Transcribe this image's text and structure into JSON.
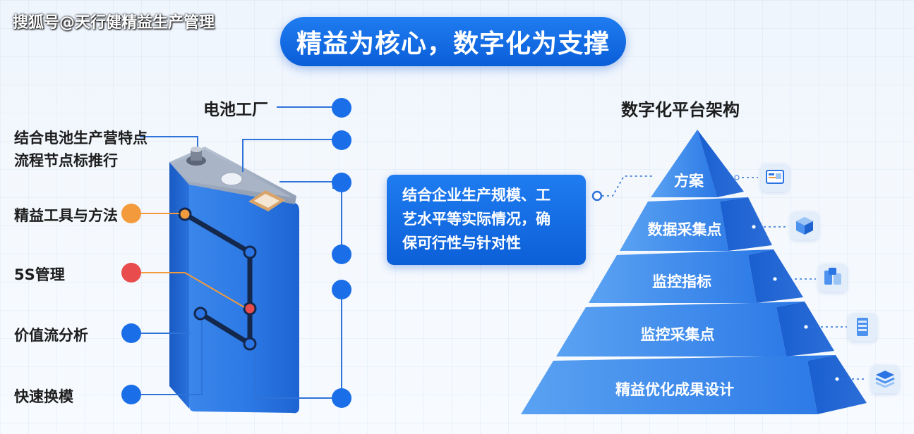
{
  "watermark": "搜狐号@天行健精益生产管理",
  "title": "精益为核心，数字化为支撑",
  "battery_section": {
    "heading": "电池工厂",
    "left_labels": [
      {
        "text_line1": "结合电池生产营特点",
        "text_line2": "流程节点标推行"
      },
      {
        "text": "精益工具与方法"
      },
      {
        "text": "5S管理"
      },
      {
        "text": "价值流分析"
      },
      {
        "text": "快速换模"
      }
    ]
  },
  "callout": {
    "line1": "结合企业生产规模、工",
    "line2": "艺水平等实际情况，确",
    "line3": "保可行性与针对性"
  },
  "pyramid": {
    "title": "数字化平台架构",
    "layers": [
      "方案",
      "数据采集点",
      "监控指标",
      "监控采集点",
      "精益优化成果设计"
    ]
  },
  "colors": {
    "primary_blue": "#0f66e0",
    "orange": "#f39a3c",
    "red": "#e84c4c",
    "node_blue": "#1a6fe8"
  },
  "icons": [
    "dashboard-icon",
    "cube-icon",
    "database-icon",
    "server-icon",
    "layers-icon"
  ]
}
